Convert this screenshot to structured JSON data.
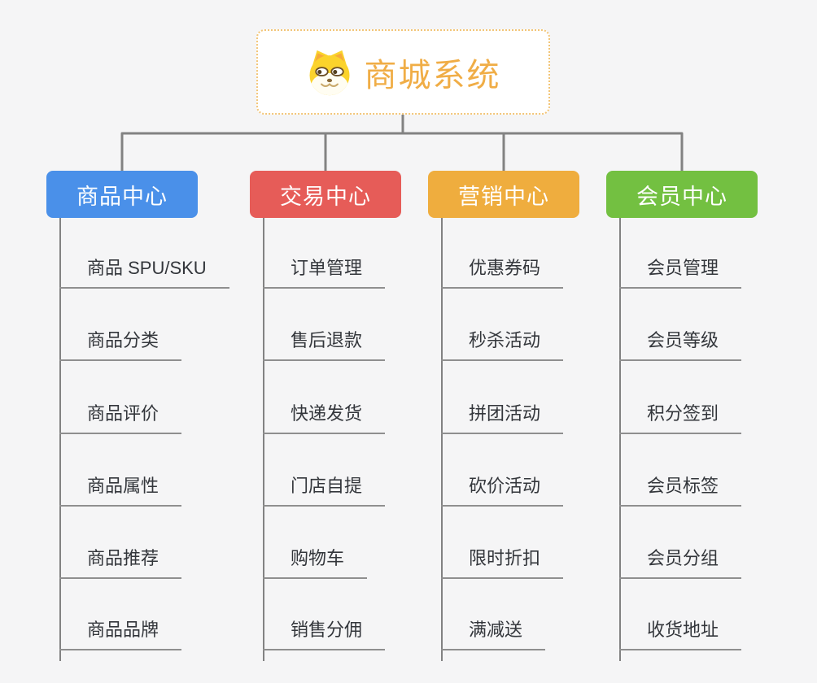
{
  "root": {
    "title": "商城系统",
    "icon": "shiba-dog-icon",
    "border_color": "#F2C577",
    "title_color": "#F0AD46"
  },
  "connector_color": "#828282",
  "background_color": "#F5F5F6",
  "branches": [
    {
      "label": "商品中心",
      "color": "#4A90E9",
      "children": [
        "商品 SPU/SKU",
        "商品分类",
        "商品评价",
        "商品属性",
        "商品推荐",
        "商品品牌"
      ]
    },
    {
      "label": "交易中心",
      "color": "#E65C58",
      "children": [
        "订单管理",
        "售后退款",
        "快递发货",
        "门店自提",
        "购物车",
        "销售分佣"
      ]
    },
    {
      "label": "营销中心",
      "color": "#EFAD3E",
      "children": [
        "优惠券码",
        "秒杀活动",
        "拼团活动",
        "砍价活动",
        "限时折扣",
        "满减送"
      ]
    },
    {
      "label": "会员中心",
      "color": "#73C041",
      "children": [
        "会员管理",
        "会员等级",
        "积分签到",
        "会员标签",
        "会员分组",
        "收货地址"
      ]
    }
  ]
}
